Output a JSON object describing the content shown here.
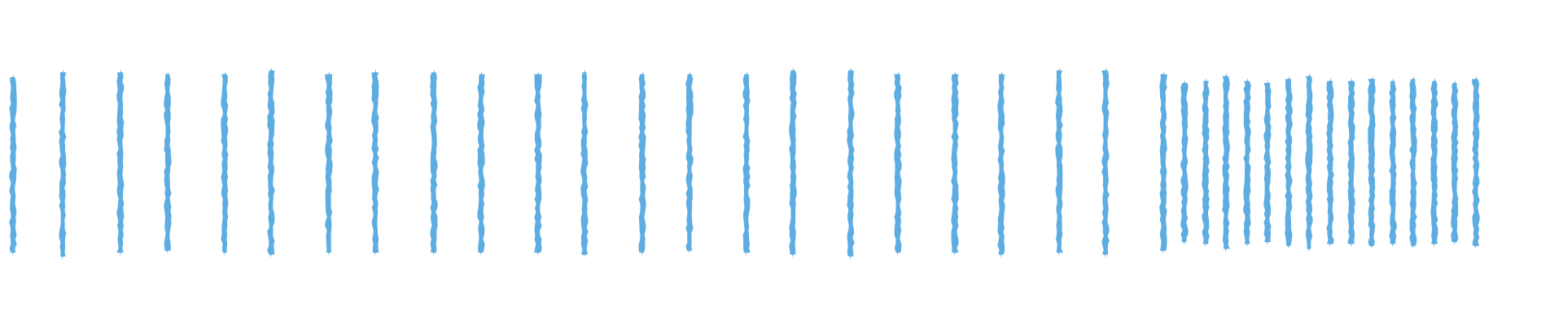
{
  "chart_data": {
    "type": "waveform",
    "series_color": "#5dade2",
    "background_color": "#ffffff",
    "ylim": [
      -1,
      1
    ],
    "bursts": [
      {
        "x": 16,
        "y_max": 0.89,
        "y_min": -0.94
      },
      {
        "x": 77,
        "y_max": 0.94,
        "y_min": -0.98
      },
      {
        "x": 148,
        "y_max": 0.94,
        "y_min": -0.94
      },
      {
        "x": 206,
        "y_max": 0.92,
        "y_min": -0.92
      },
      {
        "x": 276,
        "y_max": 0.92,
        "y_min": -0.94
      },
      {
        "x": 333,
        "y_max": 0.96,
        "y_min": -0.96
      },
      {
        "x": 404,
        "y_max": 0.92,
        "y_min": -0.94
      },
      {
        "x": 461,
        "y_max": 0.94,
        "y_min": -0.94
      },
      {
        "x": 533,
        "y_max": 0.94,
        "y_min": -0.94
      },
      {
        "x": 591,
        "y_max": 0.92,
        "y_min": -0.94
      },
      {
        "x": 661,
        "y_max": 0.92,
        "y_min": -0.94
      },
      {
        "x": 718,
        "y_max": 0.94,
        "y_min": -0.96
      },
      {
        "x": 789,
        "y_max": 0.92,
        "y_min": -0.94
      },
      {
        "x": 847,
        "y_max": 0.92,
        "y_min": -0.92
      },
      {
        "x": 917,
        "y_max": 0.92,
        "y_min": -0.94
      },
      {
        "x": 974,
        "y_max": 0.96,
        "y_min": -0.96
      },
      {
        "x": 1045,
        "y_max": 0.96,
        "y_min": -0.98
      },
      {
        "x": 1103,
        "y_max": 0.92,
        "y_min": -0.94
      },
      {
        "x": 1173,
        "y_max": 0.92,
        "y_min": -0.94
      },
      {
        "x": 1230,
        "y_max": 0.92,
        "y_min": -0.96
      },
      {
        "x": 1301,
        "y_max": 0.96,
        "y_min": -0.94
      },
      {
        "x": 1358,
        "y_max": 0.96,
        "y_min": -0.96
      },
      {
        "x": 1429,
        "y_max": 0.92,
        "y_min": -0.92
      },
      {
        "x": 1455,
        "y_max": 0.83,
        "y_min": -0.83
      },
      {
        "x": 1481,
        "y_max": 0.85,
        "y_min": -0.85
      },
      {
        "x": 1506,
        "y_max": 0.9,
        "y_min": -0.9
      },
      {
        "x": 1532,
        "y_max": 0.85,
        "y_min": -0.85
      },
      {
        "x": 1557,
        "y_max": 0.83,
        "y_min": -0.83
      },
      {
        "x": 1583,
        "y_max": 0.87,
        "y_min": -0.87
      },
      {
        "x": 1608,
        "y_max": 0.9,
        "y_min": -0.9
      },
      {
        "x": 1634,
        "y_max": 0.85,
        "y_min": -0.85
      },
      {
        "x": 1660,
        "y_max": 0.85,
        "y_min": -0.85
      },
      {
        "x": 1685,
        "y_max": 0.87,
        "y_min": -0.87
      },
      {
        "x": 1711,
        "y_max": 0.85,
        "y_min": -0.85
      },
      {
        "x": 1736,
        "y_max": 0.87,
        "y_min": -0.87
      },
      {
        "x": 1762,
        "y_max": 0.85,
        "y_min": -0.85
      },
      {
        "x": 1787,
        "y_max": 0.83,
        "y_min": -0.83
      },
      {
        "x": 1813,
        "y_max": 0.87,
        "y_min": -0.87
      }
    ],
    "title": "",
    "xlabel": "",
    "ylabel": ""
  }
}
